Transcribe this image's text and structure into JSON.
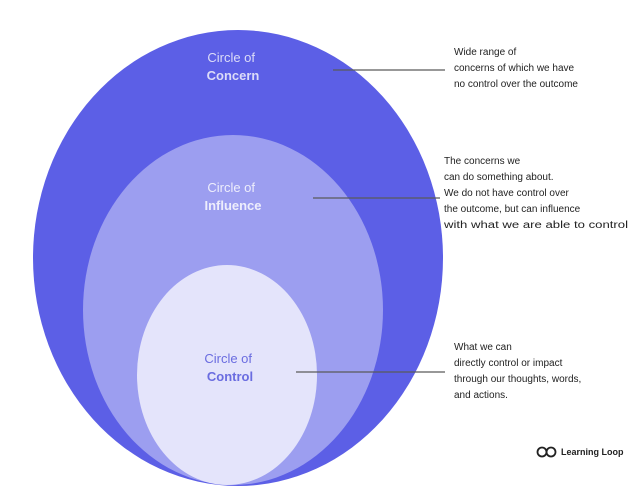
{
  "circles": {
    "concern": {
      "line1": "Circle of",
      "line2": "Concern"
    },
    "influence": {
      "line1": "Circle of",
      "line2": "Influence"
    },
    "control": {
      "line1": "Circle of",
      "line2": "Control"
    }
  },
  "descriptions": {
    "concern": [
      "Wide range of",
      "concerns of which we have",
      "no control over the outcome"
    ],
    "influence": [
      "The concerns we",
      "can do something about.",
      "We do not have control over",
      "the outcome, but can influence",
      "with what we are able to control"
    ],
    "control": [
      "What we can",
      "directly control or impact",
      "through our thoughts, words,",
      "and actions."
    ]
  },
  "brand": {
    "name": "Learning Loop",
    "icon": "infinity-loop-icon"
  },
  "colors": {
    "concern_fill": "#5c5fe6",
    "influence_fill": "#9c9ef0",
    "control_fill": "#e4e4fb",
    "concern_text": "#dcdcf8",
    "influence_text": "#eeeefc",
    "control_text": "#6a6ce0"
  }
}
